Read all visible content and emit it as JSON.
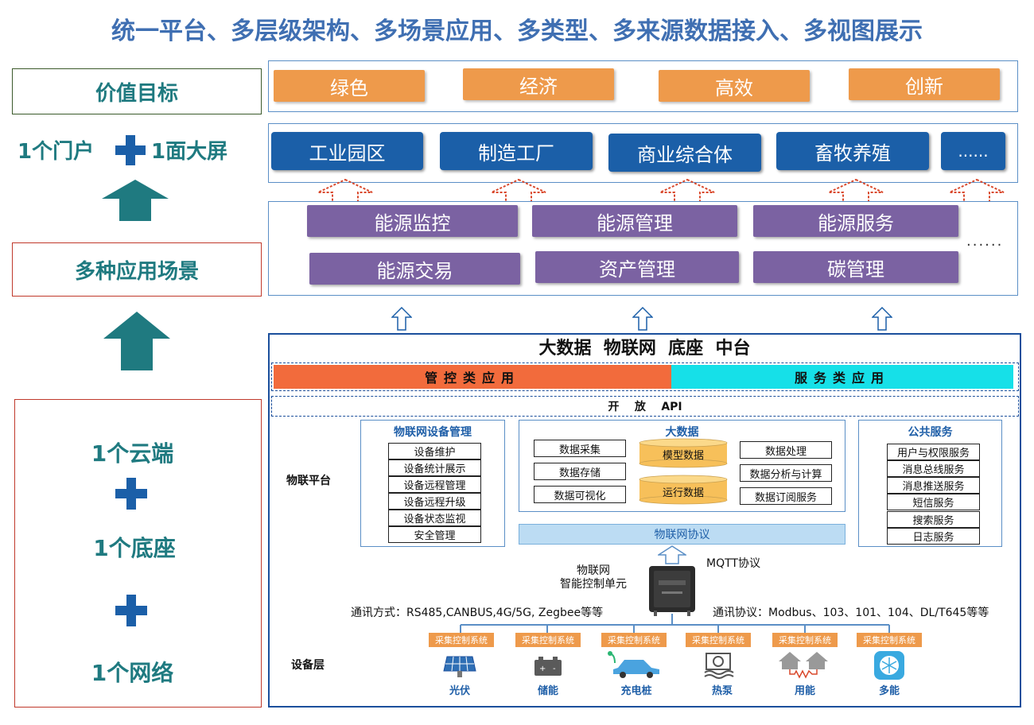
{
  "title": "统一平台、多层级架构、多场景应用、多类型、多来源数据接入、多视图展示",
  "left": {
    "value_goal": "价值目标",
    "portal": "1个门户",
    "screen": "1面大屏",
    "scenarios": "多种应用场景",
    "cloud": "1个云端",
    "base": "1个底座",
    "network": "1个网络"
  },
  "values": [
    "绿色",
    "经济",
    "高效",
    "创新"
  ],
  "industries": [
    "工业园区",
    "制造工厂",
    "商业综合体",
    "畜牧养殖",
    "......"
  ],
  "apps_row1": [
    "能源监控",
    "能源管理",
    "能源服务"
  ],
  "apps_row2": [
    "能源交易",
    "资产管理",
    "碳管理"
  ],
  "apps_more": "......",
  "platform": {
    "title": "大数据  物联网  底座  中台",
    "control_apps": "管控类应用",
    "service_apps": "服务类应用",
    "open_api": "开    放    API",
    "iot_platform_label": "物联平台",
    "device_mgmt": {
      "title": "物联网设备管理",
      "items": [
        "设备维护",
        "设备统计展示",
        "设备远程管理",
        "设备远程升级",
        "设备状态监视",
        "安全管理"
      ]
    },
    "bigdata": {
      "title": "大数据",
      "left": [
        "数据采集",
        "数据存储",
        "数据可视化"
      ],
      "db": [
        "模型数据",
        "运行数据"
      ],
      "right": [
        "数据处理",
        "数据分析与计算",
        "数据订阅服务"
      ]
    },
    "public_services": {
      "title": "公共服务",
      "items": [
        "用户与权限服务",
        "消息总线服务",
        "消息推送服务",
        "短信服务",
        "搜索服务",
        "日志服务"
      ]
    },
    "iot_protocol": "物联网协议",
    "mqtt": "MQTT协议",
    "control_unit_line1": "物联网",
    "control_unit_line2": "智能控制单元",
    "comm_method": "通讯方式：RS485,CANBUS,4G/5G, Zegbee等等",
    "comm_protocol": "通讯协议：Modbus、103、101、104、DL/T645等等",
    "device_layer_label": "设备层",
    "system_label": "采集控制系统",
    "devices": [
      {
        "label": "光伏",
        "icon": "solar-panel-icon"
      },
      {
        "label": "储能",
        "icon": "battery-icon"
      },
      {
        "label": "充电桩",
        "icon": "electric-car-icon"
      },
      {
        "label": "热泵",
        "icon": "heat-pump-icon"
      },
      {
        "label": "用能",
        "icon": "houses-icon"
      },
      {
        "label": "多能",
        "icon": "snowflake-icon"
      }
    ]
  },
  "colors": {
    "title_blue": "#3f6fb2",
    "teal": "#1f7a80",
    "orange": "#ee9a4b",
    "blue": "#1b5fa8",
    "purple": "#7b62a2",
    "red_orange": "#f26b3c",
    "cyan": "#16e0e8"
  }
}
